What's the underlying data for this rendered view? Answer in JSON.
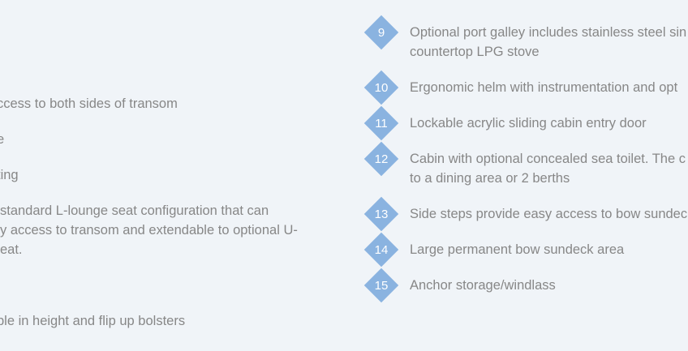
{
  "left_items": [
    {
      "lines": [
        "ccess to both sides of transom"
      ]
    },
    {
      "lines": [
        "e"
      ]
    },
    {
      "lines": [
        "ting"
      ]
    },
    {
      "lines": [
        "standard L-lounge seat configuration that can",
        "y access to transom and extendable to optional U-",
        "eat."
      ]
    },
    {
      "lines": [
        "ble in height and flip up bolsters"
      ]
    }
  ],
  "right_items": [
    {
      "number": "9",
      "lines": [
        "Optional port galley includes stainless steel sin",
        "countertop LPG stove"
      ]
    },
    {
      "number": "10",
      "lines": [
        "Ergonomic helm with instrumentation and opt"
      ]
    },
    {
      "number": "11",
      "lines": [
        "Lockable acrylic sliding cabin entry door"
      ]
    },
    {
      "number": "12",
      "lines": [
        "Cabin with optional concealed sea toilet. The c",
        "to a dining area or 2 berths"
      ]
    },
    {
      "number": "13",
      "lines": [
        "Side steps provide easy access to bow sundeck"
      ]
    },
    {
      "number": "14",
      "lines": [
        "Large permanent bow sundeck area"
      ]
    },
    {
      "number": "15",
      "lines": [
        "Anchor storage/windlass"
      ]
    }
  ],
  "colors": {
    "background": "#f0f4f8",
    "text": "#878787",
    "badge": "#8ab3e0",
    "badge_text": "#ffffff"
  }
}
